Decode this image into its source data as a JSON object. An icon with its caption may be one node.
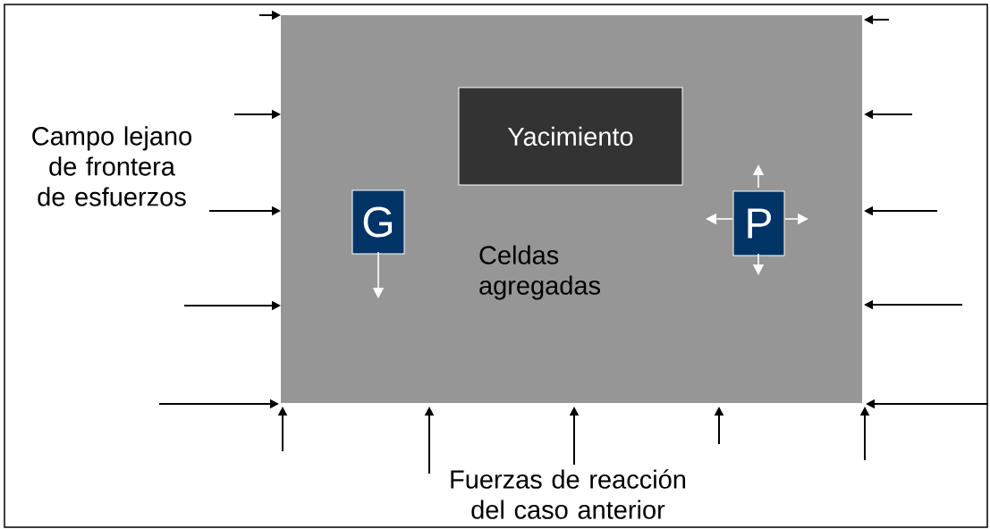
{
  "diagram": {
    "nodes": [
      {
        "text": [
          "Celdas agregadas"
        ]
      },
      {
        "text": [
          "Yacimiento"
        ],
        "in": 0
      },
      {
        "text": [
          "G"
        ],
        "in": 0
      },
      {
        "text": [
          "P"
        ],
        "in": 0
      }
    ],
    "labels": [
      "Campo lejano de frontera de esfuerzos",
      "Fuerzas de reacción del caso anterior"
    ]
  }
}
